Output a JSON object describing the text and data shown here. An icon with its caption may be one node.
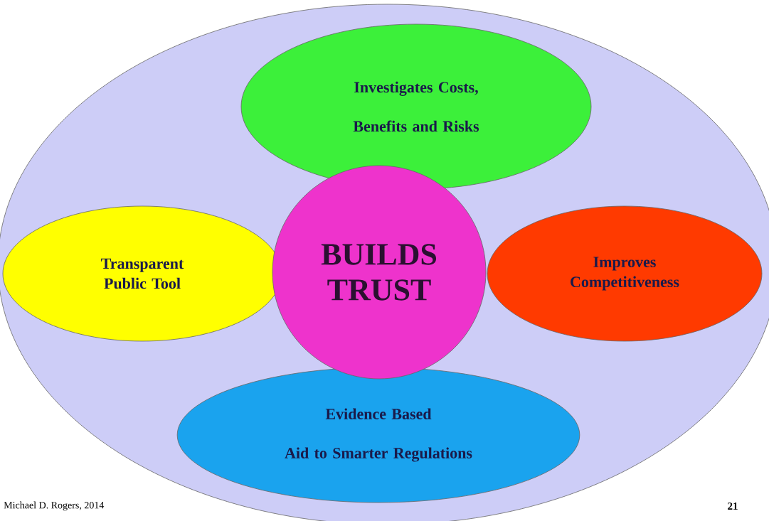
{
  "diagram": {
    "nodes": [
      {
        "text": [],
        "shape": "ellipse"
      },
      {
        "text": [
          "Investigates Costs, Benefits and Risks"
        ],
        "in": 0
      },
      {
        "text": [
          "Transparent Public Tool"
        ],
        "in": 0
      },
      {
        "text": [
          "BUILDS TRUST"
        ],
        "in": 0
      },
      {
        "text": [
          "Improves Competitiveness"
        ],
        "in": 0
      },
      {
        "text": [
          "Evidence Based",
          "Aid to Smarter Regulations"
        ],
        "in": 0
      }
    ],
    "labels": [
      "Michael D. Rogers, 2014",
      "21"
    ]
  }
}
